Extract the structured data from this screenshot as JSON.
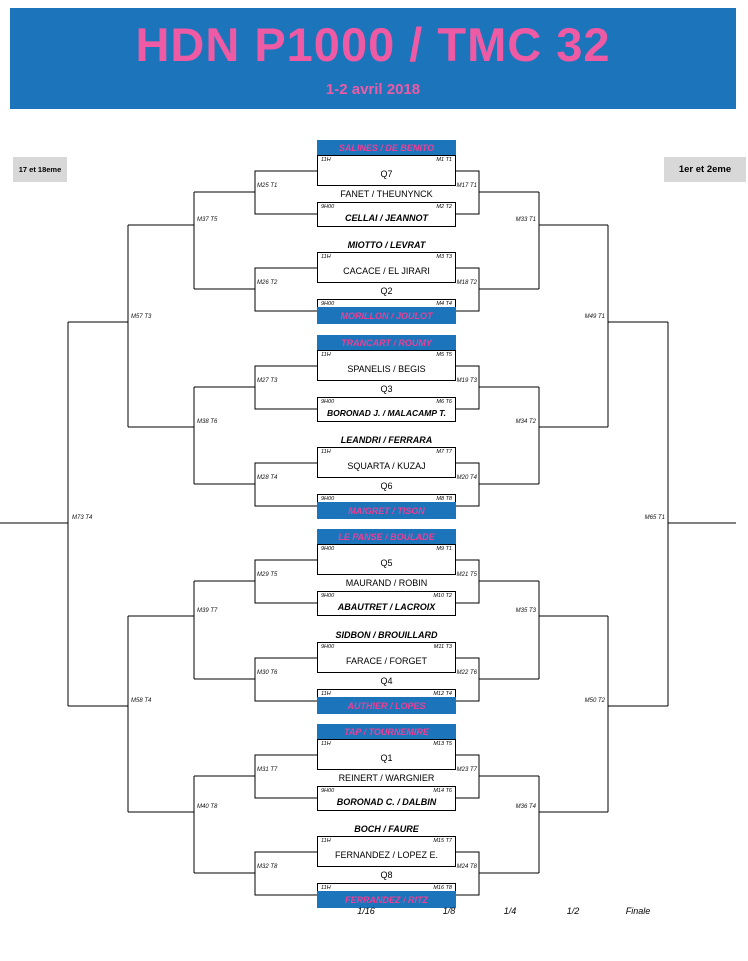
{
  "header": {
    "title": "HDN P1000 / TMC 32",
    "subtitle": "1-2 avril 2018"
  },
  "side_labels": {
    "left": "17 et 18eme",
    "right": "1er et 2eme"
  },
  "round_labels": [
    "1/16",
    "1/8",
    "1/4",
    "1/2",
    "Finale"
  ],
  "colors": {
    "banner_blue": "#1c75bb",
    "banner_pink": "#ef5aa4",
    "seed_box_blue": "#1c75bb",
    "seed_text_pink": "#ec3f96",
    "side_label_gray": "#d8d8d8",
    "line_black": "#000000"
  },
  "groups": [
    {
      "top": {
        "name": "SALINES / DE BENITO",
        "seeded": true
      },
      "match1": {
        "time": "11H",
        "code": "M1 T1",
        "entry": "Q7"
      },
      "between": {
        "name": "FANET / THEUNYNCK"
      },
      "match2": {
        "time": "9H00",
        "code": "M2 T2",
        "entry": "CELLAI / JEANNOT"
      }
    },
    {
      "top": {
        "name": "MIOTTO / LEVRAT",
        "seeded": false
      },
      "match1": {
        "time": "11H",
        "code": "M3 T3",
        "entry": "CACACE / EL JIRARI"
      },
      "between": {
        "name": "Q2"
      },
      "match2": {
        "time": "9H00",
        "code": "M4 T4",
        "entry": "MORILLON / JOULOT"
      }
    },
    {
      "top": {
        "name": "TRANCART / ROUMY",
        "seeded": true
      },
      "match1": {
        "time": "11H",
        "code": "M5 T5",
        "entry": "SPANELIS / BEGIS"
      },
      "between": {
        "name": "Q3"
      },
      "match2": {
        "time": "9H00",
        "code": "M6 T6",
        "entry": "BORONAD J. / MALACAMP T."
      }
    },
    {
      "top": {
        "name": "LEANDRI / FERRARA",
        "seeded": false
      },
      "match1": {
        "time": "11H",
        "code": "M7 T7",
        "entry": "SQUARTA / KUZAJ"
      },
      "between": {
        "name": "Q6"
      },
      "match2": {
        "time": "9H00",
        "code": "M8 T8",
        "entry": "MAIGRET / TISON"
      }
    },
    {
      "top": {
        "name": "LE PANSE / BOULADE",
        "seeded": true
      },
      "match1": {
        "time": "9H00",
        "code": "M9 T1",
        "entry": "Q5"
      },
      "between": {
        "name": "MAURAND / ROBIN"
      },
      "match2": {
        "time": "9H00",
        "code": "M10 T2",
        "entry": "ABAUTRET / LACROIX"
      }
    },
    {
      "top": {
        "name": "SIDBON / BROUILLARD",
        "seeded": false
      },
      "match1": {
        "time": "9H00",
        "code": "M11 T3",
        "entry": "FARACE / FORGET"
      },
      "between": {
        "name": "Q4"
      },
      "match2": {
        "time": "11H",
        "code": "M12 T4",
        "entry": "AUTHIER / LOPES"
      }
    },
    {
      "top": {
        "name": "TAP / TOURNEMIRE",
        "seeded": true
      },
      "match1": {
        "time": "11H",
        "code": "M13 T5",
        "entry": "Q1"
      },
      "between": {
        "name": "REINERT / WARGNIER"
      },
      "match2": {
        "time": "9H00",
        "code": "M14 T6",
        "entry": "BORONAD C. / DALBIN"
      }
    },
    {
      "top": {
        "name": "BOCH / FAURE",
        "seeded": false
      },
      "match1": {
        "time": "11H",
        "code": "M15 T7",
        "entry": "FERNANDEZ / LOPEZ E."
      },
      "between": {
        "name": "Q8"
      },
      "match2": {
        "time": "11H",
        "code": "M16 T8",
        "entry": "FERRANDEZ / RITZ"
      }
    }
  ],
  "codes": {
    "r1_left": [
      "M25 T1",
      "M26 T2",
      "M27 T3",
      "M28 T4",
      "M29 T5",
      "M30 T6",
      "M31 T7",
      "M32 T8"
    ],
    "r1_right": [
      "M17 T1",
      "M18 T2",
      "M19 T3",
      "M20 T4",
      "M21 T5",
      "M22 T6",
      "M23 T7",
      "M24 T8"
    ],
    "r2_left": [
      "M37 T5",
      "M38 T6",
      "M39 T7",
      "M40 T8"
    ],
    "r2_right": [
      "M33 T1",
      "M34 T2",
      "M35 T3",
      "M36 T4"
    ],
    "r3_left": [
      "M57 T3",
      "M58 T4"
    ],
    "r3_right": [
      "M49 T1",
      "M50 T2"
    ],
    "final_left": "M73 T4",
    "final_right": "M65 T1"
  }
}
